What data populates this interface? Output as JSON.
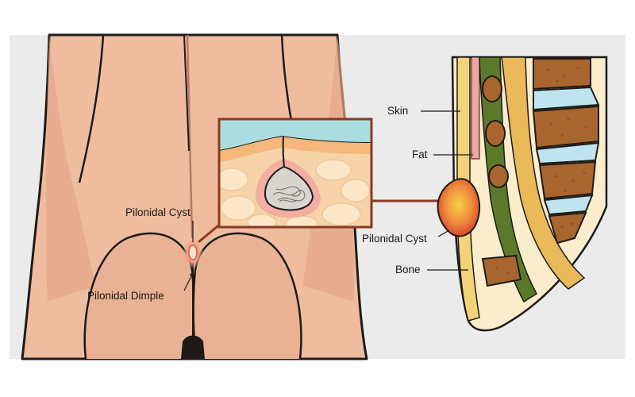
{
  "labels": {
    "left_cyst": "Pilonidal Cyst",
    "left_dimple": "Pilonidal Dimple",
    "skin": "Skin",
    "fat": "Fat",
    "right_cyst": "Pilonidal Cyst",
    "bone": "Bone"
  },
  "colors": {
    "background": "#ebebeb",
    "skin_tone": "#f0bc9f",
    "skin_shadow": "#dda48a",
    "outline": "#1e1a18",
    "callout_border": "#8a3a22",
    "skin_layer": "#a9dde0",
    "fat_tissue": "#f8d9b0",
    "cyst_gray": "#d8d4cf",
    "bone_brown": "#a8662e",
    "bone_cream": "#fbeccb",
    "disc_blue": "#bfe3ef",
    "fat_green": "#5a7a2a",
    "spine_gold": "#e9b95a",
    "cyst_red": "#e0503a"
  }
}
